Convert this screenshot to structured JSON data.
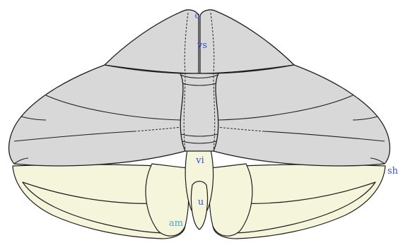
{
  "colors": {
    "upper_surface": "#d8d8d8",
    "lower_lobes": "#f5f5dc",
    "outline": "#1e1e1e",
    "label_blue": "#3a4fd6",
    "label_cyan": "#4aa6cc",
    "background": "#ffffff"
  },
  "labels": {
    "c": "c",
    "vs": "vs",
    "vi": "vi",
    "u": "u",
    "am": "am",
    "sh": "sh"
  }
}
